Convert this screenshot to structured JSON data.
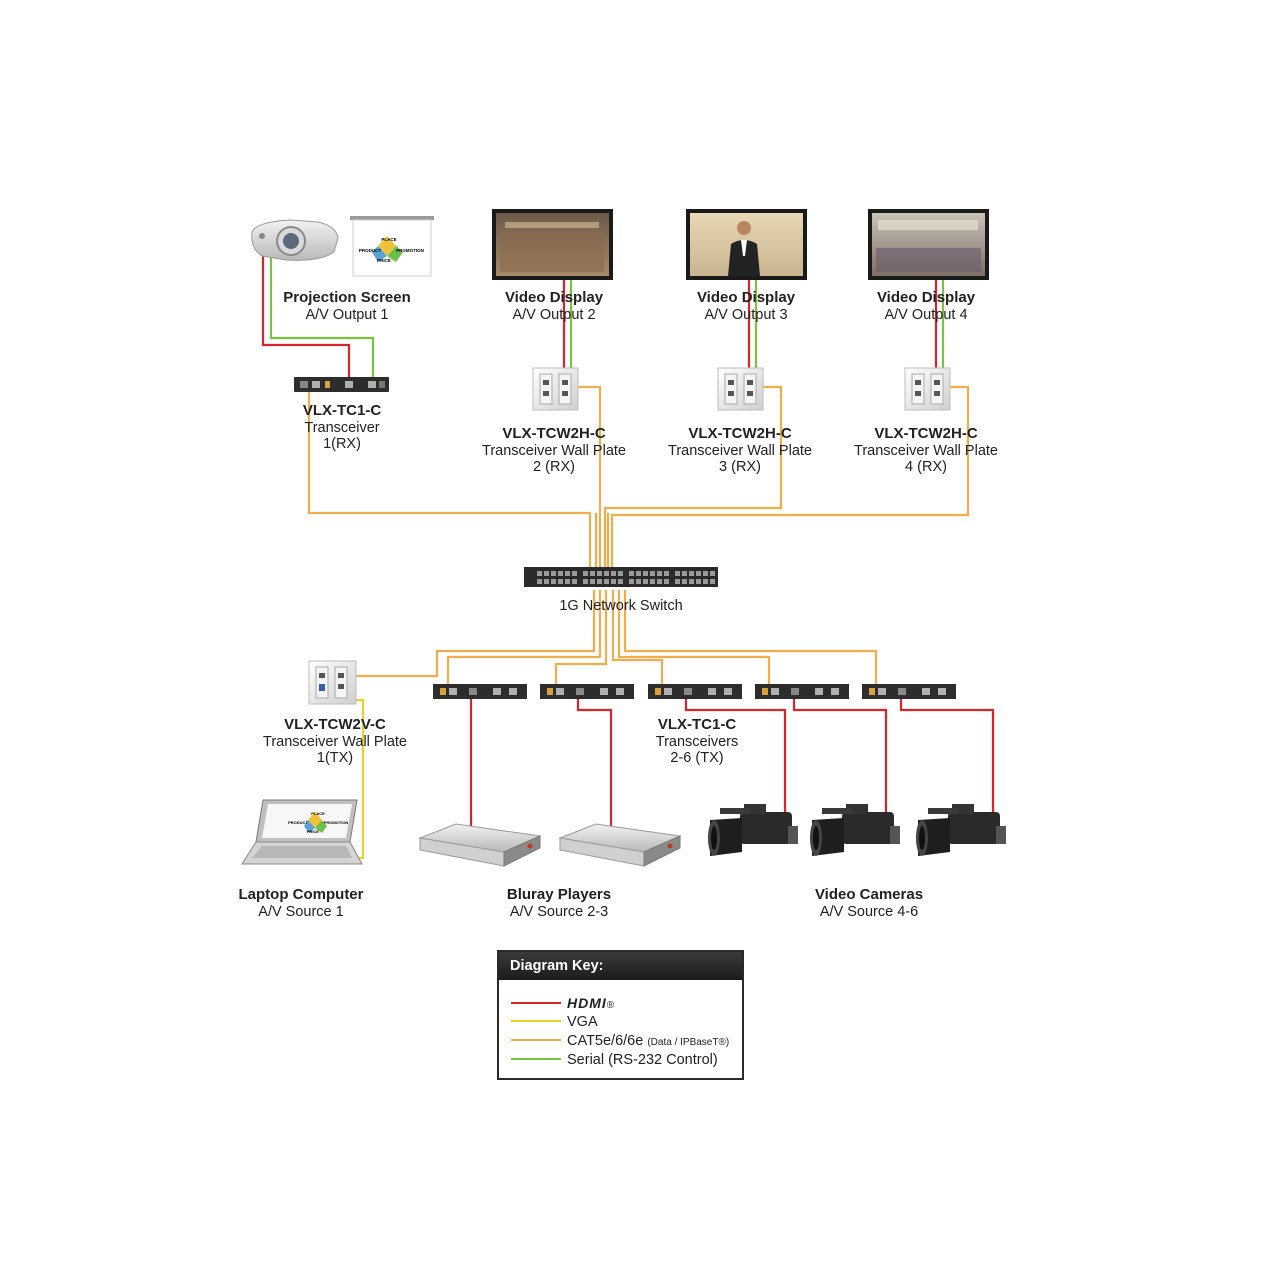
{
  "colors": {
    "hdmi": "#d8242c",
    "vga": "#e8d12a",
    "cat": "#f0ad4e",
    "serial": "#7cc242",
    "device_dark": "#2a2a2a"
  },
  "nodes": {
    "projection": {
      "title": "Projection Screen",
      "sub": "A/V Output 1",
      "screen_text": [
        "PLACE",
        "PRODUCT",
        "PROMOTION",
        "PRICE"
      ]
    },
    "display2": {
      "title": "Video Display",
      "sub": "A/V Output 2"
    },
    "display3": {
      "title": "Video Display",
      "sub": "A/V Output 3"
    },
    "display4": {
      "title": "Video Display",
      "sub": "A/V Output 4"
    },
    "tc1_rx": {
      "title": "VLX-TC1-C",
      "sub1": "Transceiver",
      "sub2": "1(RX)"
    },
    "wp2": {
      "title": "VLX-TCW2H-C",
      "sub1": "Transceiver Wall Plate",
      "sub2": "2 (RX)"
    },
    "wp3": {
      "title": "VLX-TCW2H-C",
      "sub1": "Transceiver Wall Plate",
      "sub2": "3 (RX)"
    },
    "wp4": {
      "title": "VLX-TCW2H-C",
      "sub1": "Transceiver Wall Plate",
      "sub2": "4 (RX)"
    },
    "switch": {
      "label": "1G Network Switch"
    },
    "wp_tx": {
      "title": "VLX-TCW2V-C",
      "sub1": "Transceiver Wall Plate",
      "sub2": "1(TX)"
    },
    "tc_tx": {
      "title": "VLX-TC1-C",
      "sub1": "Transceivers",
      "sub2": "2-6 (TX)"
    },
    "laptop": {
      "title": "Laptop Computer",
      "sub": "A/V Source 1",
      "screen_text": [
        "PLACE",
        "PRODUCT",
        "PROMOTION",
        "PRICE"
      ]
    },
    "bluray": {
      "title": "Bluray Players",
      "sub": "A/V Source 2-3"
    },
    "cameras": {
      "title": "Video Cameras",
      "sub": "A/V Source 4-6"
    }
  },
  "key": {
    "title": "Diagram Key:",
    "rows": [
      {
        "label": "HDMI",
        "note": "®",
        "color": "hdmi"
      },
      {
        "label": "VGA",
        "note": "",
        "color": "vga"
      },
      {
        "label": "CAT5e/6/6e",
        "note": "(Data / IPBaseT®)",
        "color": "cat"
      },
      {
        "label": "Serial (RS-232 Control)",
        "note": "",
        "color": "serial"
      }
    ]
  }
}
